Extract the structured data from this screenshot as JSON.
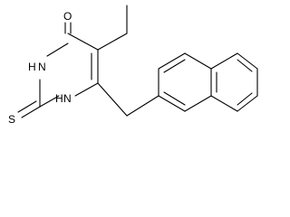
{
  "molecule": {
    "atoms": {
      "oxygen": "O",
      "n3": "N",
      "n3_h": "H",
      "n1": "N",
      "n1_h": "H",
      "sulfur": "S"
    }
  }
}
